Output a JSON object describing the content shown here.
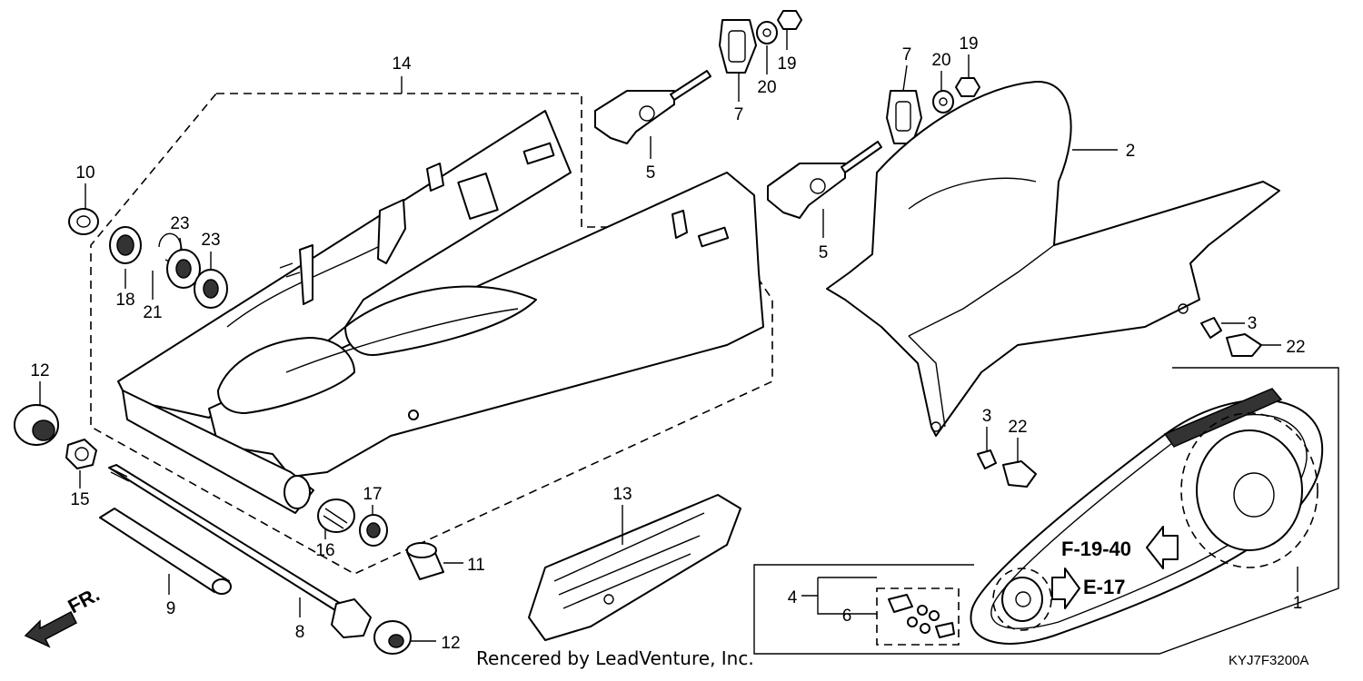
{
  "callouts": {
    "c1": "1",
    "c2": "2",
    "c3a": "3",
    "c3b": "3",
    "c4": "4",
    "c5a": "5",
    "c5b": "5",
    "c6": "6",
    "c7a": "7",
    "c7b": "7",
    "c8": "8",
    "c9": "9",
    "c10": "10",
    "c11": "11",
    "c12a": "12",
    "c12b": "12",
    "c13": "13",
    "c14": "14",
    "c15": "15",
    "c16": "16",
    "c17": "17",
    "c18": "18",
    "c19a": "19",
    "c19b": "19",
    "c20a": "20",
    "c20b": "20",
    "c21": "21",
    "c22a": "22",
    "c22b": "22",
    "c23a": "23",
    "c23b": "23"
  },
  "refs": {
    "f_ref": "F-19-40",
    "e_ref": "E-17",
    "front": "FR."
  },
  "footer": {
    "credit": "Rencered by LeadVenture, Inc.",
    "code": "KYJ7F3200A"
  }
}
